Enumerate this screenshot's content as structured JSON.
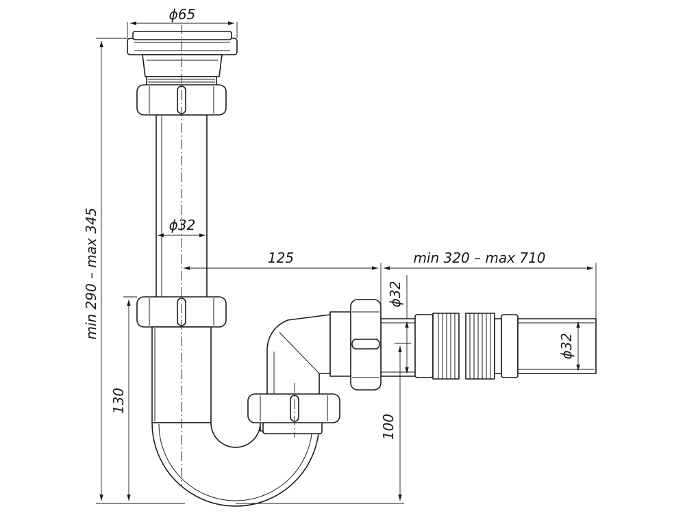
{
  "dimensions": {
    "flange_diameter": "ϕ65",
    "pipe_diameter": "ϕ32",
    "outlet_diameter": "ϕ32",
    "hose_diameter": "ϕ32",
    "offset": "125",
    "hose_length": "min 320 – max 710",
    "total_height": "min 290 – max 345",
    "trap_height": "130",
    "outlet_height": "100"
  },
  "colors": {
    "line": "#1a1a1a",
    "background": "#ffffff"
  }
}
